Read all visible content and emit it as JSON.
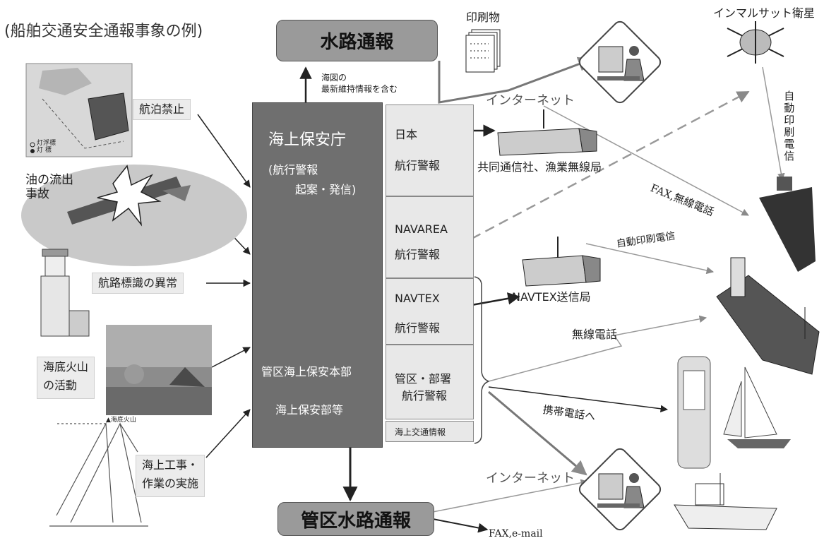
{
  "caption": "(船舶交通安全通報事象の例)",
  "events": {
    "anchorage": "航泊禁止",
    "oil_line1": "油の流出",
    "oil_line2": "事故",
    "lighthouse": "航路標識の異常",
    "volcano_line1": "海底火山",
    "volcano_line2": "の活動",
    "construction_line1": "海上工事・",
    "construction_line2": "作業の実施",
    "map_label1": "灯浮標",
    "map_label2": "灯 標",
    "volcano_photo_caption": "▲海底火山"
  },
  "coast_guard": {
    "title": "海上保安庁",
    "sub1": "(航行警報",
    "sub2": "起案・発信)",
    "regional1": "管区海上保安本部",
    "regional2": "海上保安部等"
  },
  "warnings": {
    "japan_1": "日本",
    "japan_2": "航行警報",
    "navarea_1": "NAVAREA",
    "navarea_2": "航行警報",
    "navtex_1": "NAVTEX",
    "navtex_2": "航行警報",
    "regional_1": "管区・部署",
    "regional_2": "航行警報",
    "traffic": "海上交通情報"
  },
  "publications": {
    "notice": "水路通報",
    "regional_notice": "管区水路通報",
    "printed": "印刷物",
    "chart_note1": "海図の",
    "chart_note2": "最新維持情報を含む"
  },
  "channels": {
    "internet_top": "インターネット",
    "internet_bottom": "インターネット",
    "kyodo": "共同通信社、漁業無線局",
    "navtex_station": "NAVTEX送信局",
    "fax_radio": "FAX,無線電話",
    "auto_telex_h": "自動印刷電信",
    "auto_telex_v": "自動印刷電信",
    "inmarsat": "インマルサット衛星",
    "radio_phone": "無線電話",
    "mobile": "携帯電話へ",
    "fax_email": "FAX,e-mail"
  },
  "colors": {
    "main_box": "#6f6f6f",
    "header_box": "#9a9a9a",
    "panel": "#e8e8e8",
    "label_bg": "#ececec",
    "line": "#333333",
    "line_light": "#8a8a8a"
  }
}
